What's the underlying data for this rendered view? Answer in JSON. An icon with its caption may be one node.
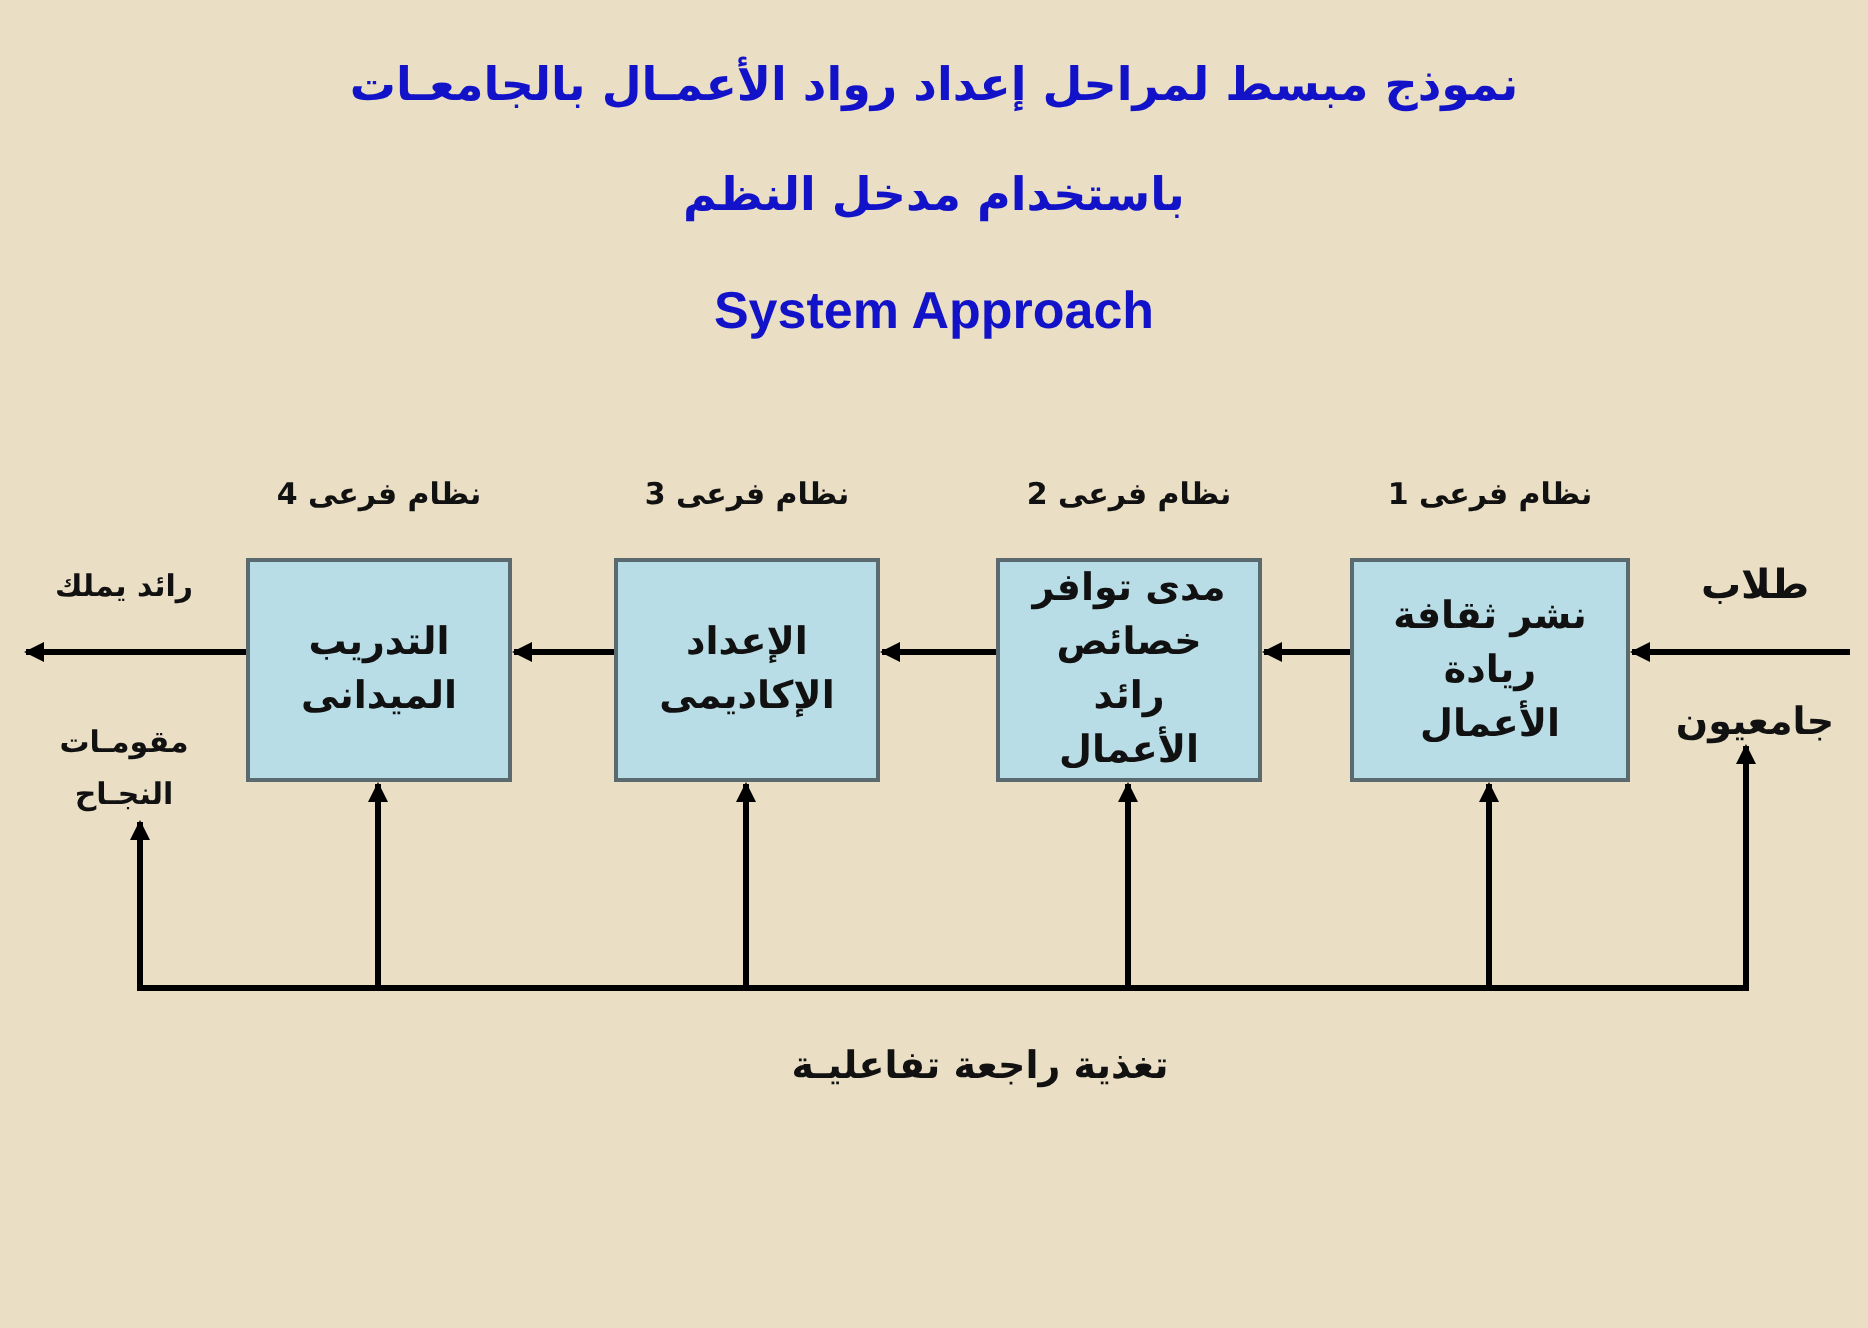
{
  "diagram": {
    "title": "نموذج مبسط لمراحل إعداد رواد الأعمـال بالجامعـات",
    "nodes": [
      {
        "text": [
          "طلاب",
          "جامعيون"
        ]
      },
      {
        "text": [
          "نشر ثقافة ريادة الأعمال"
        ],
        "beside": [
          "نظام فرعى 1"
        ]
      },
      {
        "text": [
          "مدى توافر خصائص رائد الأعمال"
        ],
        "beside": [
          "نظام فرعى 2"
        ]
      },
      {
        "text": [
          "الإعداد الإكاديمى"
        ],
        "beside": [
          "نظام فرعى 3"
        ]
      },
      {
        "text": [
          "التدريب الميدانى"
        ],
        "beside": [
          "نظام فرعى 4"
        ]
      },
      {
        "text": [
          "رائد يملك",
          "مقومـات النجـاح"
        ]
      }
    ],
    "edges": [
      {
        "from": 0,
        "to": 1,
        "arrow": "to"
      },
      {
        "from": 1,
        "to": 2,
        "arrow": "to"
      },
      {
        "from": 2,
        "to": 3,
        "arrow": "to"
      },
      {
        "from": 3,
        "to": 4,
        "arrow": "to"
      },
      {
        "from": 4,
        "to": 5,
        "arrow": "to"
      },
      {
        "from": null,
        "to": 5,
        "arrow": "to"
      },
      {
        "from": null,
        "to": 4,
        "arrow": "to"
      },
      {
        "from": null,
        "to": 3,
        "arrow": "to"
      },
      {
        "from": null,
        "to": 2,
        "arrow": "to"
      },
      {
        "from": null,
        "to": 1,
        "arrow": "to"
      },
      {
        "from": null,
        "to": 0,
        "arrow": "to"
      }
    ],
    "labels": [
      "باستخدام مدخل النظم",
      "System Approach",
      "تغذية راجعة تفاعليـة"
    ]
  }
}
